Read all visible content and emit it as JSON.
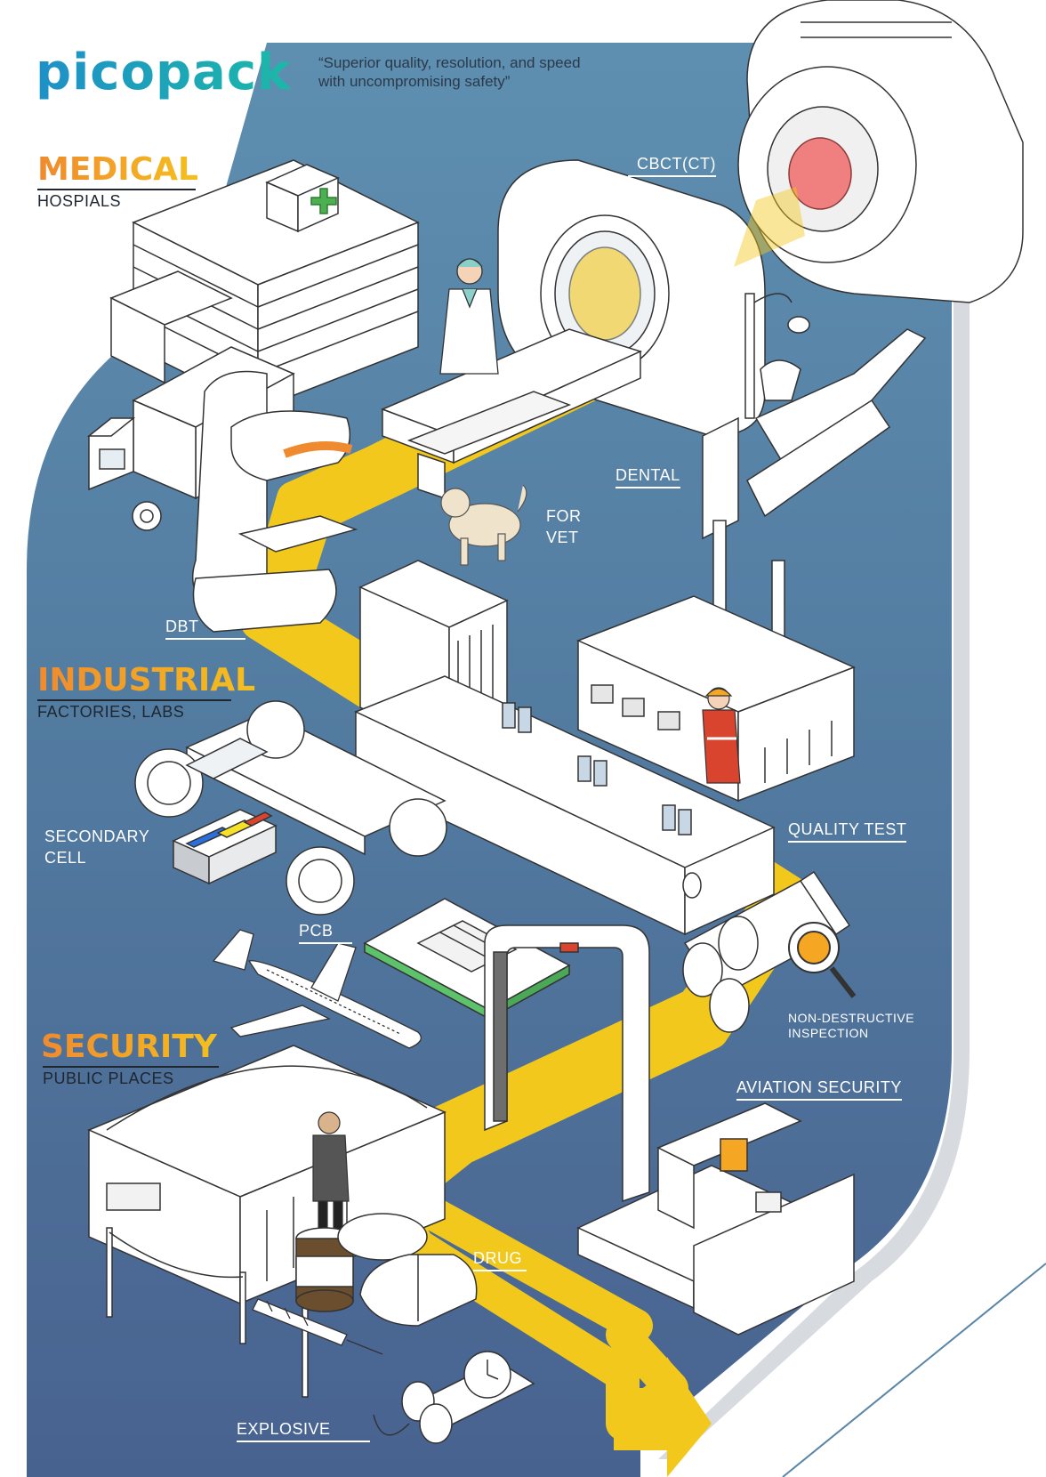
{
  "brand": {
    "logo_text": "picopack",
    "tagline": "“Superior quality, resolution, and speed with uncompromising safety”",
    "colors": {
      "logo_start": "#1e90c8",
      "logo_end": "#1cb8a8",
      "accent": "#f5c518",
      "navy": "#5a86a6"
    }
  },
  "sections": {
    "medical": {
      "title": "MEDICAL",
      "subtitle": "HOSPIALS"
    },
    "industrial": {
      "title": "INDUSTRIAL",
      "subtitle": "FACTORIES, LABS"
    },
    "security": {
      "title": "SECURITY",
      "subtitle": "PUBLIC PLACES"
    }
  },
  "labels": {
    "cbct": "CBCT(CT)",
    "dental": "DENTAL",
    "vet_line1": "FOR",
    "vet_line2": "VET",
    "dbt": "DBT",
    "quality_test": "QUALITY TEST",
    "secondary_line1": "SECONDARY",
    "secondary_line2": "CELL",
    "pcb": "PCB",
    "ndi_line1": "NON-DESTRUCTIVE",
    "ndi_line2": "INSPECTION",
    "aviation_security": "AVIATION SECURITY",
    "drug": "DRUG",
    "explosive": "EXPLOSIVE"
  },
  "icons": [
    "hospital-icon",
    "ambulance-icon",
    "ct-scanner-icon",
    "detector-icon",
    "doctor-icon",
    "dog-icon",
    "dental-chair-icon",
    "mammography-icon",
    "factory-icon",
    "conveyor-icon",
    "worker-icon",
    "ev-chassis-icon",
    "battery-icon",
    "pcb-icon",
    "airplane-icon",
    "pipes-icon",
    "magnifier-icon",
    "security-gate-icon",
    "xray-desk-icon",
    "terminal-icon",
    "security-guard-icon",
    "pill-bottle-icon",
    "capsule-icon",
    "syringe-icon",
    "dynamite-icon"
  ]
}
